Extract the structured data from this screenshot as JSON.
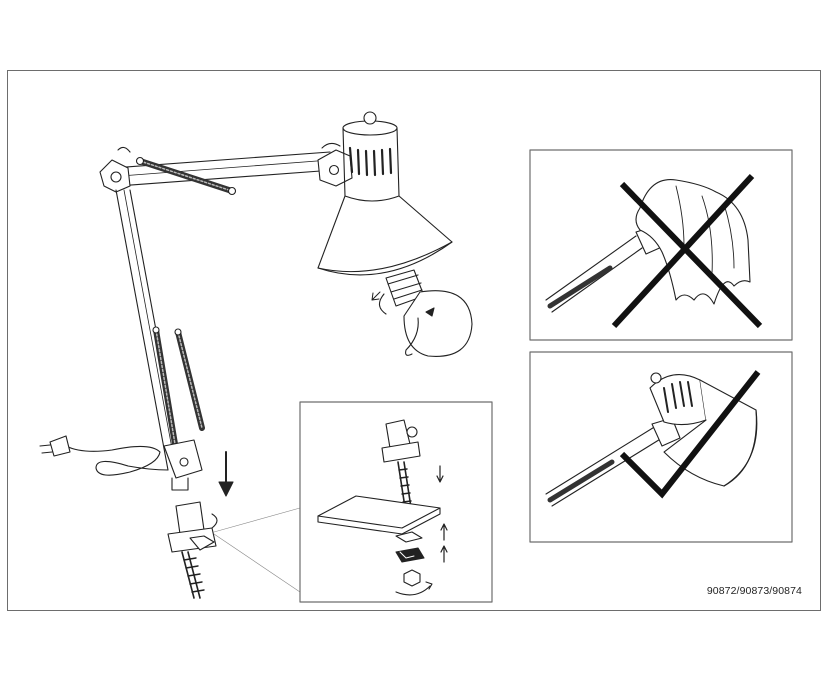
{
  "document": {
    "model_numbers": "90872/90873/90874"
  },
  "panels": {
    "main": {
      "content": "desk lamp assembly with bulb insertion"
    },
    "detail": {
      "content": "clamp mounting detail"
    },
    "prohibited": {
      "content": "do not cover lamp with cloth",
      "mark": "cross"
    },
    "allowed": {
      "content": "lamp in free position",
      "mark": "check"
    }
  },
  "colors": {
    "line": "#222222",
    "frame": "#6d6d6d",
    "mark": "#111111"
  }
}
